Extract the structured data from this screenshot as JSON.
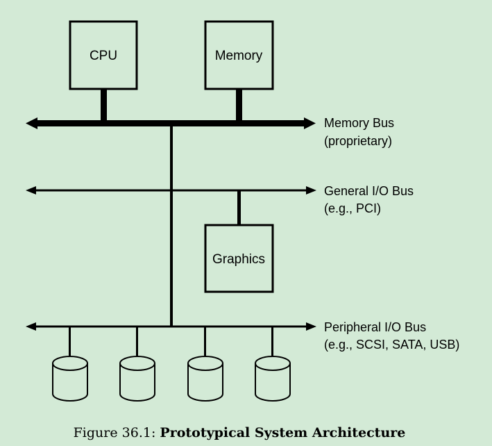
{
  "diagram": {
    "components": {
      "cpu": "CPU",
      "memory": "Memory",
      "graphics": "Graphics"
    },
    "buses": {
      "memory_bus": {
        "name": "Memory Bus",
        "detail": "(proprietary)"
      },
      "general_io_bus": {
        "name": "General I/O Bus",
        "detail": "(e.g., PCI)"
      },
      "peripheral_io_bus": {
        "name": "Peripheral I/O Bus",
        "detail": "(e.g., SCSI, SATA, USB)"
      }
    },
    "caption": {
      "prefix": "Figure 36.1: ",
      "title": "Prototypical System Architecture"
    }
  }
}
